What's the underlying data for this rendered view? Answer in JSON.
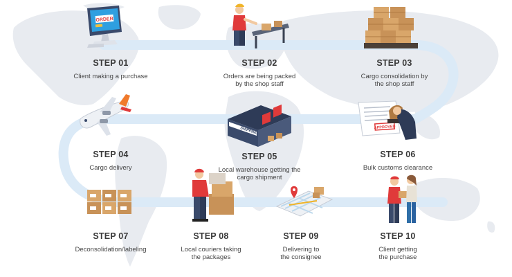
{
  "steps": [
    {
      "number": "STEP 01",
      "desc": "Client making a purchase",
      "icon": "computer-shopping-icon"
    },
    {
      "number": "STEP 02",
      "desc": "Orders are being packed\nby the shop staff",
      "icon": "packing-worker-icon"
    },
    {
      "number": "STEP 03",
      "desc": "Cargo consolidation by\nthe shop staff",
      "icon": "box-pallet-icon"
    },
    {
      "number": "STEP 04",
      "desc": "Cargo delivery",
      "icon": "airplane-icon"
    },
    {
      "number": "STEP 05",
      "desc": "Local warehouse getting the\ncargo shipment",
      "icon": "warehouse-icon"
    },
    {
      "number": "STEP 06",
      "desc": "Bulk customs clearance",
      "icon": "customs-stamp-icon"
    },
    {
      "number": "STEP 07",
      "desc": "Deconsolidation/labeling",
      "icon": "labeled-boxes-icon"
    },
    {
      "number": "STEP 08",
      "desc": "Local couriers taking\nthe packages",
      "icon": "courier-icon"
    },
    {
      "number": "STEP 09",
      "desc": "Delivering to\nthe consignee",
      "icon": "delivery-map-icon"
    },
    {
      "number": "STEP 10",
      "desc": "Client getting\nthe purchase",
      "icon": "receiving-client-icon"
    }
  ],
  "illustrations": {
    "screen_text": "ORDER",
    "warehouse_sign": "SHIPPING",
    "stamp_text": "APPROVED"
  },
  "colors": {
    "map": "#e8ebf0",
    "path": "#dbeaf7",
    "box": "#d9a66a",
    "accent_red": "#e03a3a"
  }
}
